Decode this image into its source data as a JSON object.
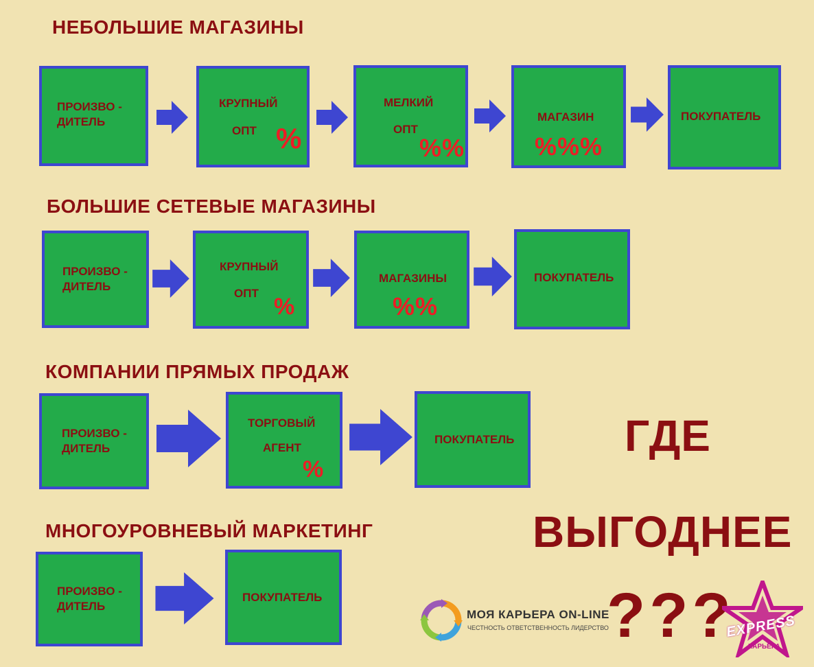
{
  "colors": {
    "background": "#f1e3b2",
    "box_fill": "#23ab4a",
    "box_border": "#3e46d1",
    "text_dark_red": "#8b0f12",
    "percent_red": "#ee1c25",
    "arrow_blue": "#3e46d1"
  },
  "rows": [
    {
      "title": "НЕБОЛЬШИЕ МАГАЗИНЫ",
      "nodes": [
        {
          "line1": "ПРОИЗВО -",
          "line2": "ДИТЕЛЬ"
        },
        {
          "line1": "КРУПНЫЙ",
          "line2": "ОПТ",
          "percent": "%"
        },
        {
          "line1": "МЕЛКИЙ",
          "line2": "ОПТ",
          "percent": "%%"
        },
        {
          "line1": "МАГАЗИН",
          "percent": "%%%"
        },
        {
          "line1": "ПОКУПАТЕЛЬ"
        }
      ]
    },
    {
      "title": "БОЛЬШИЕ СЕТЕВЫЕ МАГАЗИНЫ",
      "nodes": [
        {
          "line1": "ПРОИЗВО -",
          "line2": "ДИТЕЛЬ"
        },
        {
          "line1": "КРУПНЫЙ",
          "line2": "ОПТ",
          "percent": "%"
        },
        {
          "line1": "МАГАЗИНЫ",
          "percent": "%%"
        },
        {
          "line1": "ПОКУПАТЕЛЬ"
        }
      ]
    },
    {
      "title": "КОМПАНИИ ПРЯМЫХ ПРОДАЖ",
      "nodes": [
        {
          "line1": "ПРОИЗВО -",
          "line2": "ДИТЕЛЬ"
        },
        {
          "line1": "ТОРГОВЫЙ",
          "line2": "АГЕНТ",
          "percent": "%"
        },
        {
          "line1": "ПОКУПАТЕЛЬ"
        }
      ]
    },
    {
      "title": "МНОГОУРОВНЕВЫЙ МАРКЕТИНГ",
      "nodes": [
        {
          "line1": "ПРОИЗВО -",
          "line2": "ДИТЕЛЬ"
        },
        {
          "line1": "ПОКУПАТЕЛЬ"
        }
      ]
    }
  ],
  "question": {
    "line1": "ГДЕ",
    "line2": "ВЫГОДНЕЕ",
    "marks": "???"
  },
  "logos": {
    "career": {
      "title": "МОЯ КАРЬЕРА ON-LINE",
      "tagline": "ЧЕСТНОСТЬ ОТВЕТСТВЕННОСТЬ ЛИДЕРСТВО",
      "icon": "recycle-circle-icon"
    },
    "express": {
      "word": "EXPRESS",
      "sub": "КАРЬЕРА",
      "icon": "star-icon",
      "color": "#c0168c"
    }
  }
}
